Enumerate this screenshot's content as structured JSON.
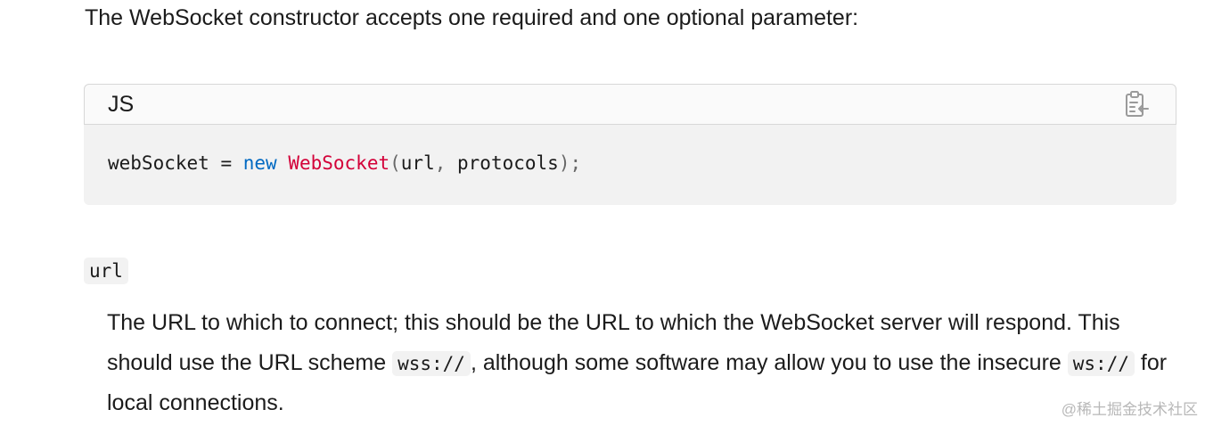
{
  "intro": {
    "text": "The WebSocket constructor accepts one required and one optional parameter:"
  },
  "code_block": {
    "language": "JS",
    "copy_icon": "clipboard-icon",
    "code": {
      "var": "webSocket",
      "assign": " = ",
      "keyword": "new",
      "space": " ",
      "func": "WebSocket",
      "open_paren": "(",
      "arg1": "url",
      "comma": ",",
      "arg2": " protocols",
      "close": ");"
    }
  },
  "param": {
    "term": "url",
    "desc_part1": "The URL to which to connect; this should be the URL to which the WebSocket server will respond. This should use the URL scheme ",
    "code1": "wss://",
    "desc_part2": ", although some software may allow you to use the insecure ",
    "code2": "ws://",
    "desc_part3": " for local connections."
  },
  "watermark": {
    "text": "@稀土掘金技术社区"
  },
  "colors": {
    "keyword": "#0069c2",
    "function": "#d30038",
    "code_bg": "#f2f2f2",
    "text": "#1b1b1b"
  }
}
